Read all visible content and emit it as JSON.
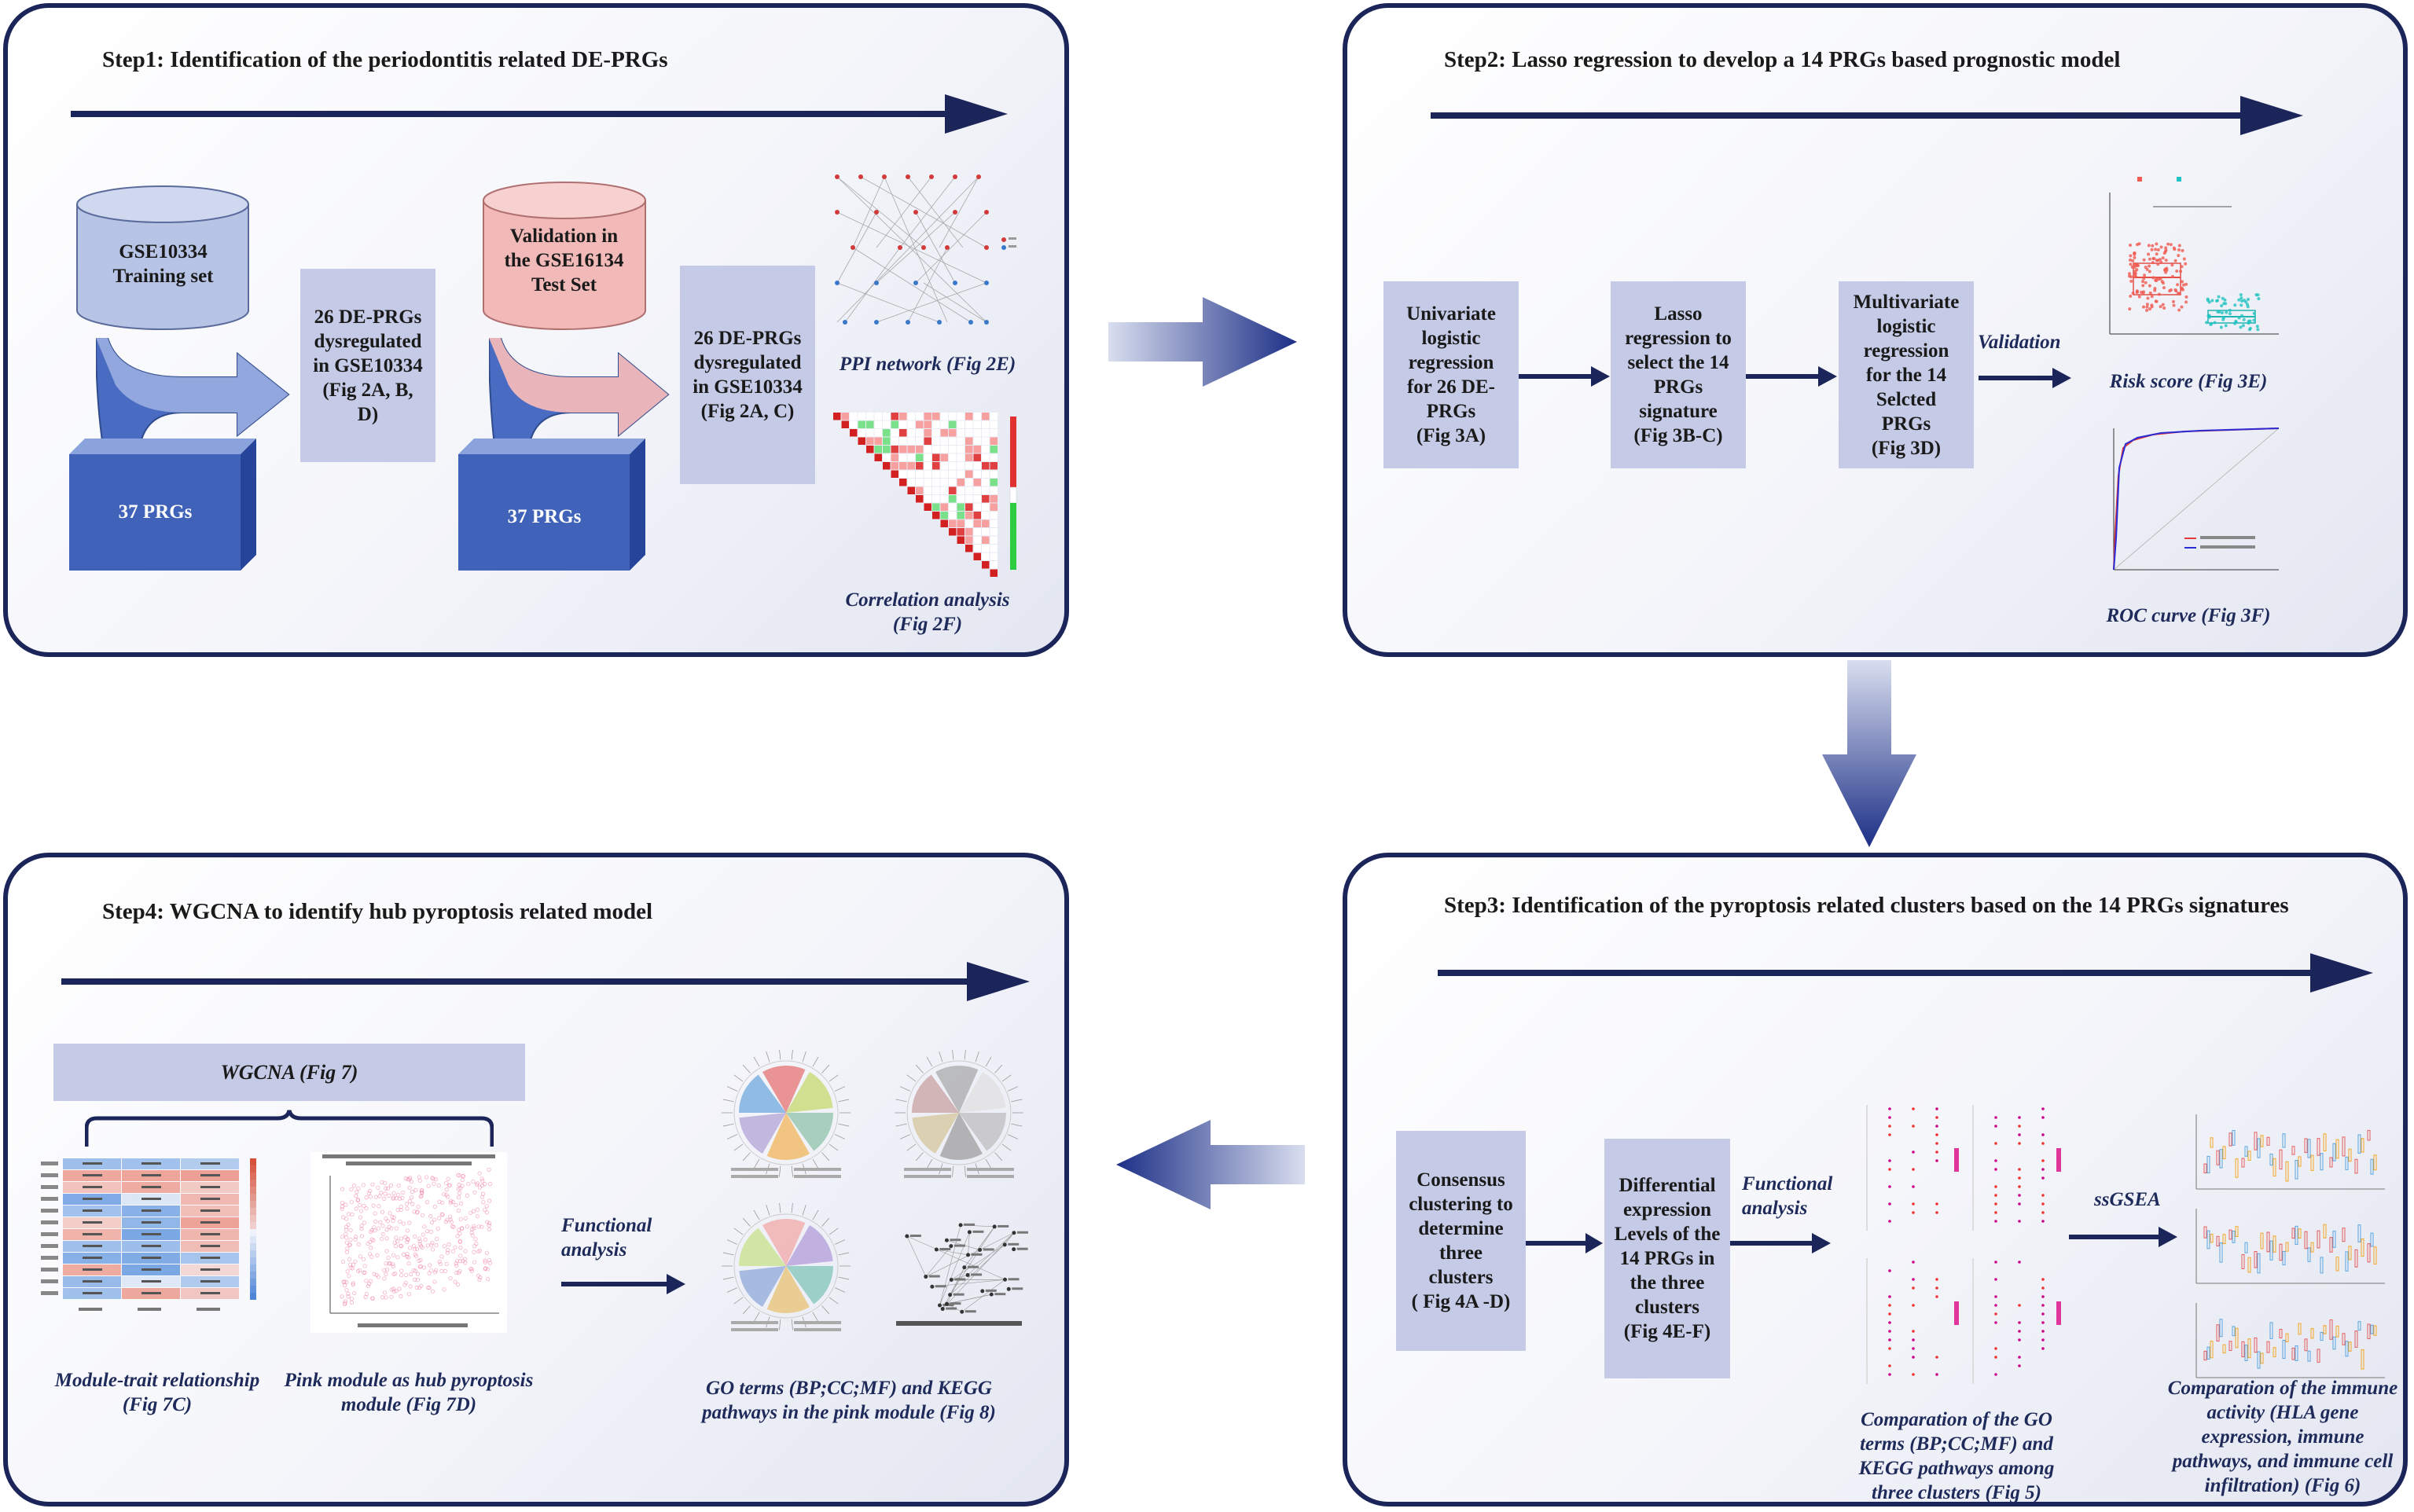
{
  "step1": {
    "title": "Step1: Identification of the periodontitis related DE-PRGs",
    "cyl_training": [
      "GSE10334",
      "Training set"
    ],
    "cyl_test": [
      "Validation in",
      "the GSE16134",
      "Test Set"
    ],
    "cube1": "37 PRGs",
    "cube2": "37 PRGs",
    "box1": [
      "26 DE-PRGs",
      "dysregulated",
      "in GSE10334",
      "(Fig 2A, B,",
      "D)"
    ],
    "box2": [
      "26 DE-PRGs",
      "dysregulated",
      "in GSE10334",
      "(Fig 2A, C)"
    ],
    "cap_ppi": "PPI network (Fig 2E)",
    "cap_corr": [
      "Correlation analysis",
      "(Fig 2F)"
    ]
  },
  "step2": {
    "title": "Step2: Lasso regression to develop a 14 PRGs based prognostic model",
    "box1": [
      "Univariate",
      "logistic",
      "regression",
      "for 26 DE-",
      "PRGs",
      "(Fig 3A)"
    ],
    "box2": [
      "Lasso",
      "regression to",
      "select the 14",
      "PRGs",
      "signature",
      "(Fig 3B-C)"
    ],
    "box3": [
      "Multivariate",
      "logistic",
      "regression",
      "for the 14",
      "Selcted",
      "PRGs",
      "(Fig 3D)"
    ],
    "validation": "Validation",
    "cap_risk": "Risk score (Fig 3E)",
    "cap_roc": "ROC curve (Fig 3F)"
  },
  "step3": {
    "title": "Step3: Identification of the pyroptosis related clusters based on the 14 PRGs signatures",
    "box1": [
      "Consensus",
      "clustering to",
      "determine",
      "three",
      "clusters",
      "( Fig 4A -D)"
    ],
    "box2": [
      "Differential",
      "expression",
      "Levels of the",
      "14 PRGs in",
      "the three",
      "clusters",
      "(Fig 4E-F)"
    ],
    "functional": [
      "Functional",
      "analysis"
    ],
    "ssgsea": "ssGSEA",
    "cap_go": [
      "Comparation of the GO",
      "terms  (BP;CC;MF) and",
      "KEGG pathways among",
      "three clusters (Fig 5)"
    ],
    "cap_immune": [
      "Comparation of the immune",
      "activity  (HLA gene",
      "expression, immune",
      "pathways, and immune cell",
      "infiltration) (Fig 6)"
    ]
  },
  "step4": {
    "title": "Step4: WGCNA to identify hub pyroptosis related model",
    "wgcna": "WGCNA (Fig 7)",
    "functional": [
      "Functional",
      "analysis"
    ],
    "cap_module": [
      "Module-trait relationship",
      "(Fig 7C)"
    ],
    "cap_pink": [
      "Pink module as hub pyroptosis",
      "module (Fig 7D)"
    ],
    "cap_go": [
      "GO terms  (BP;CC;MF) and KEGG",
      "pathways in the pink module (Fig 8)"
    ]
  },
  "colors": {
    "panel_border": "#1c2559",
    "box_fill": "#c5cbe7",
    "arrow_navy": "#1c2559",
    "cube_blue": "#4062b8",
    "cylinder_blue": "#b7c4e6",
    "cylinder_pink": "#f2b9b9"
  }
}
